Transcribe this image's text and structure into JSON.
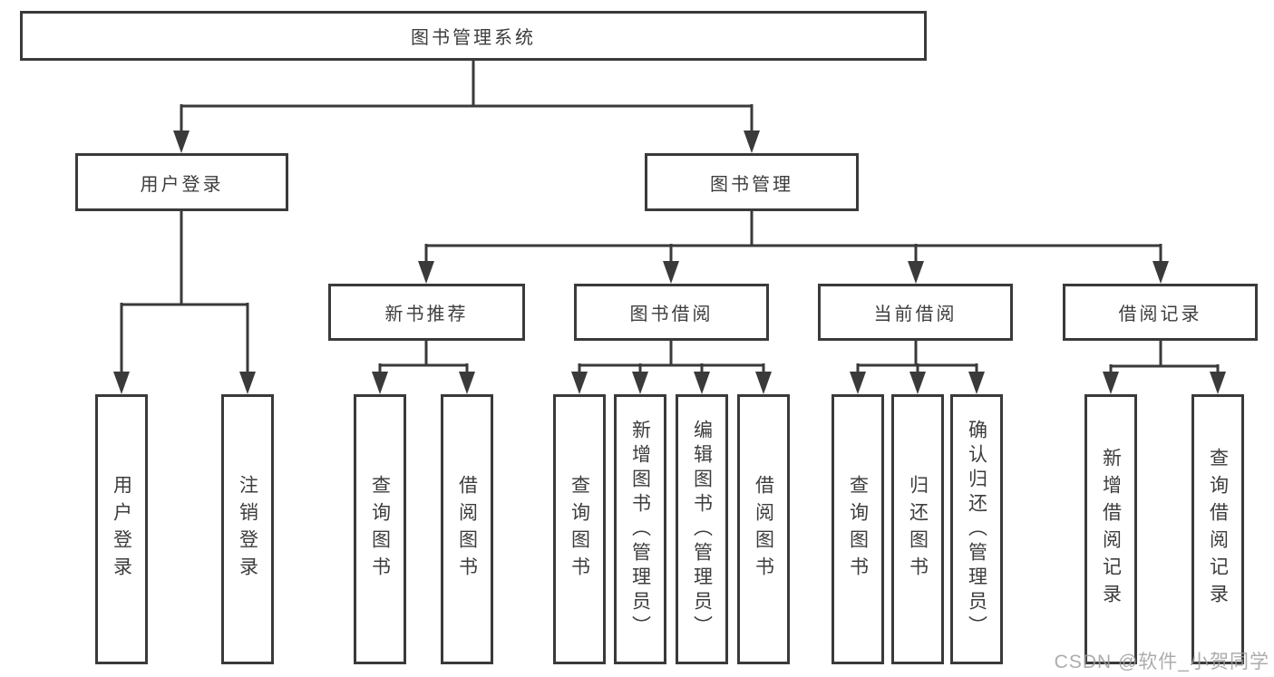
{
  "diagram": {
    "title": "图书管理系统",
    "colors": {
      "line": "#3a3a3a",
      "text": "#3d3d3d",
      "background": "#ffffff",
      "watermark": "#9e9e9e"
    },
    "nodes": {
      "root": {
        "label": "图书管理系统"
      },
      "level2": [
        {
          "id": "user-login",
          "label": "用户登录",
          "parent": "图书管理系统"
        },
        {
          "id": "book-management",
          "label": "图书管理",
          "parent": "图书管理系统"
        }
      ],
      "level3": [
        {
          "id": "new-book-recommend",
          "label": "新书推荐",
          "parent": "图书管理"
        },
        {
          "id": "book-borrow",
          "label": "图书借阅",
          "parent": "图书管理"
        },
        {
          "id": "current-borrow",
          "label": "当前借阅",
          "parent": "图书管理"
        },
        {
          "id": "borrow-records",
          "label": "借阅记录",
          "parent": "图书管理"
        }
      ],
      "leaves": [
        {
          "id": "leaf-user-login",
          "label": "用户登录",
          "parent": "用户登录"
        },
        {
          "id": "leaf-logout",
          "label": "注销登录",
          "parent": "用户登录"
        },
        {
          "id": "leaf-query-books-recommend",
          "label": "查询图书",
          "parent": "新书推荐"
        },
        {
          "id": "leaf-borrow-book-recommend",
          "label": "借阅图书",
          "parent": "新书推荐"
        },
        {
          "id": "leaf-query-books-borrow",
          "label": "查询图书",
          "parent": "图书借阅"
        },
        {
          "id": "leaf-add-book-admin",
          "label": "新增图书（管理员）",
          "parent": "图书借阅"
        },
        {
          "id": "leaf-edit-book-admin",
          "label": "编辑图书（管理员）",
          "parent": "图书借阅"
        },
        {
          "id": "leaf-borrow-book-borrow",
          "label": "借阅图书",
          "parent": "图书借阅"
        },
        {
          "id": "leaf-query-books-current",
          "label": "查询图书",
          "parent": "当前借阅"
        },
        {
          "id": "leaf-return-book",
          "label": "归还图书",
          "parent": "当前借阅"
        },
        {
          "id": "leaf-confirm-return-admin",
          "label": "确认归还（管理员）",
          "parent": "当前借阅"
        },
        {
          "id": "leaf-add-borrow-record",
          "label": "新增借阅记录",
          "parent": "借阅记录"
        },
        {
          "id": "leaf-query-borrow-record",
          "label": "查询借阅记录",
          "parent": "借阅记录"
        }
      ]
    },
    "watermark": {
      "label": "CSDN @软件_小贺同学"
    }
  }
}
